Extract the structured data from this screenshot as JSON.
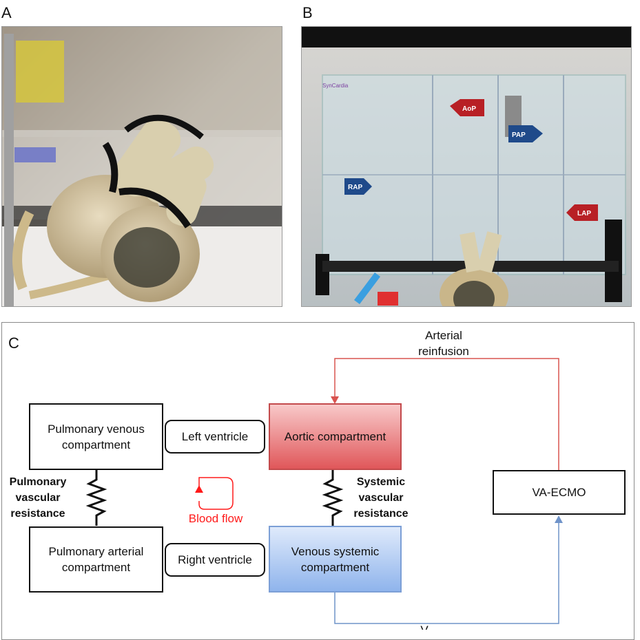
{
  "panels": {
    "a": {
      "letter": "A"
    },
    "b": {
      "letter": "B"
    },
    "c": {
      "letter": "C"
    }
  },
  "photo_b_tags": {
    "aop": "AoP",
    "pap": "PAP",
    "rap": "RAP",
    "lap": "LAP",
    "brand": "SynCardia"
  },
  "diagram": {
    "pulmonary_venous": "Pulmonary venous compartment",
    "pulmonary_arterial": "Pulmonary arterial compartment",
    "left_ventricle": "Left ventricle",
    "right_ventricle": "Right ventricle",
    "aortic": "Aortic compartment",
    "venous_systemic": "Venous systemic compartment",
    "va_ecmo": "VA-ECMO",
    "pvr_line1": "Pulmonary",
    "pvr_line2": "vascular",
    "pvr_line3": "resistance",
    "svr_line1": "Systemic",
    "svr_line2": "vascular",
    "svr_line3": "resistance",
    "reinfusion_line1": "Arterial",
    "reinfusion_line2": "reinfusion",
    "blood_flow": "Blood flow",
    "bottom_cut_text": "V"
  },
  "colors": {
    "red_line": "#d9534f",
    "blue_line": "#6f93c9",
    "aortic_fill": "#e0575a",
    "venous_fill": "#8fb4ec",
    "blood_flow_red": "#ff1a1a"
  }
}
